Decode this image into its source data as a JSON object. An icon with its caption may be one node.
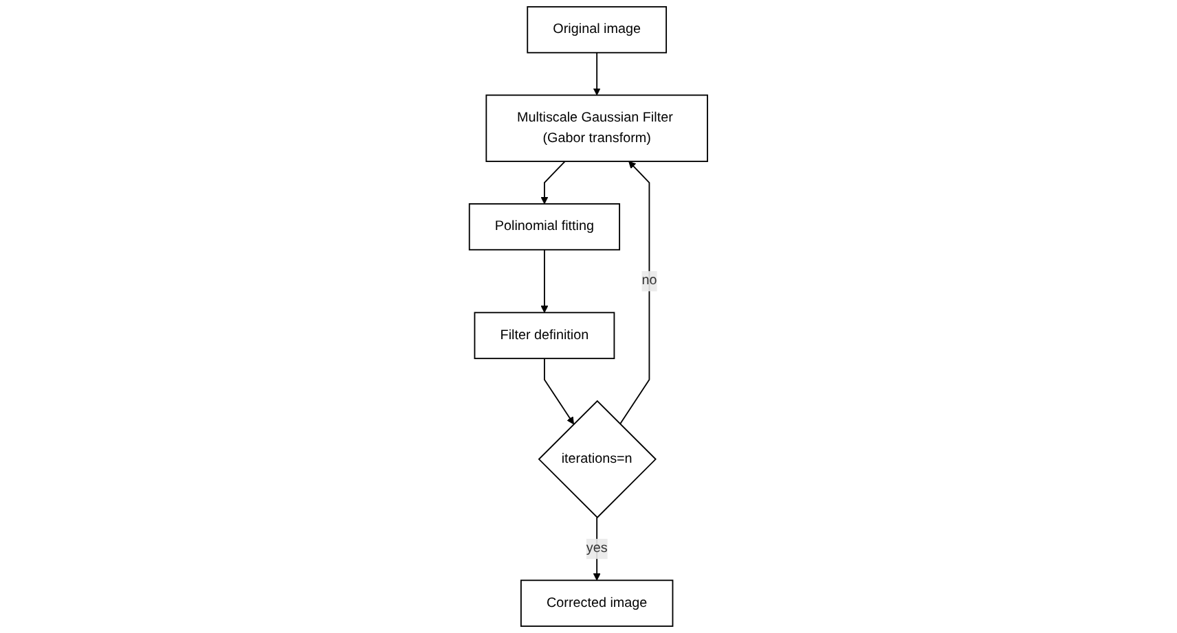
{
  "diagram": {
    "nodes": [
      {
        "text": [
          "Original image"
        ]
      },
      {
        "text": [
          "Multiscale Gaussian Filter (Gabor transform)"
        ]
      },
      {
        "text": [
          "Polinomial fitting"
        ]
      },
      {
        "text": [
          "Filter definition"
        ]
      },
      {
        "text": [
          "iterations=n"
        ]
      },
      {
        "text": [
          "Corrected image"
        ]
      }
    ],
    "edges": [
      {
        "from": 0,
        "to": 1,
        "arrow": "to"
      },
      {
        "from": 1,
        "to": 2,
        "arrow": "to"
      },
      {
        "from": 2,
        "to": 3,
        "arrow": "to"
      },
      {
        "from": 3,
        "to": 4,
        "arrow": "to"
      },
      {
        "from": 4,
        "to": 5,
        "label": "yes",
        "arrow": "to"
      },
      {
        "from": 4,
        "to": 1,
        "label": "no",
        "arrow": "to"
      }
    ]
  }
}
